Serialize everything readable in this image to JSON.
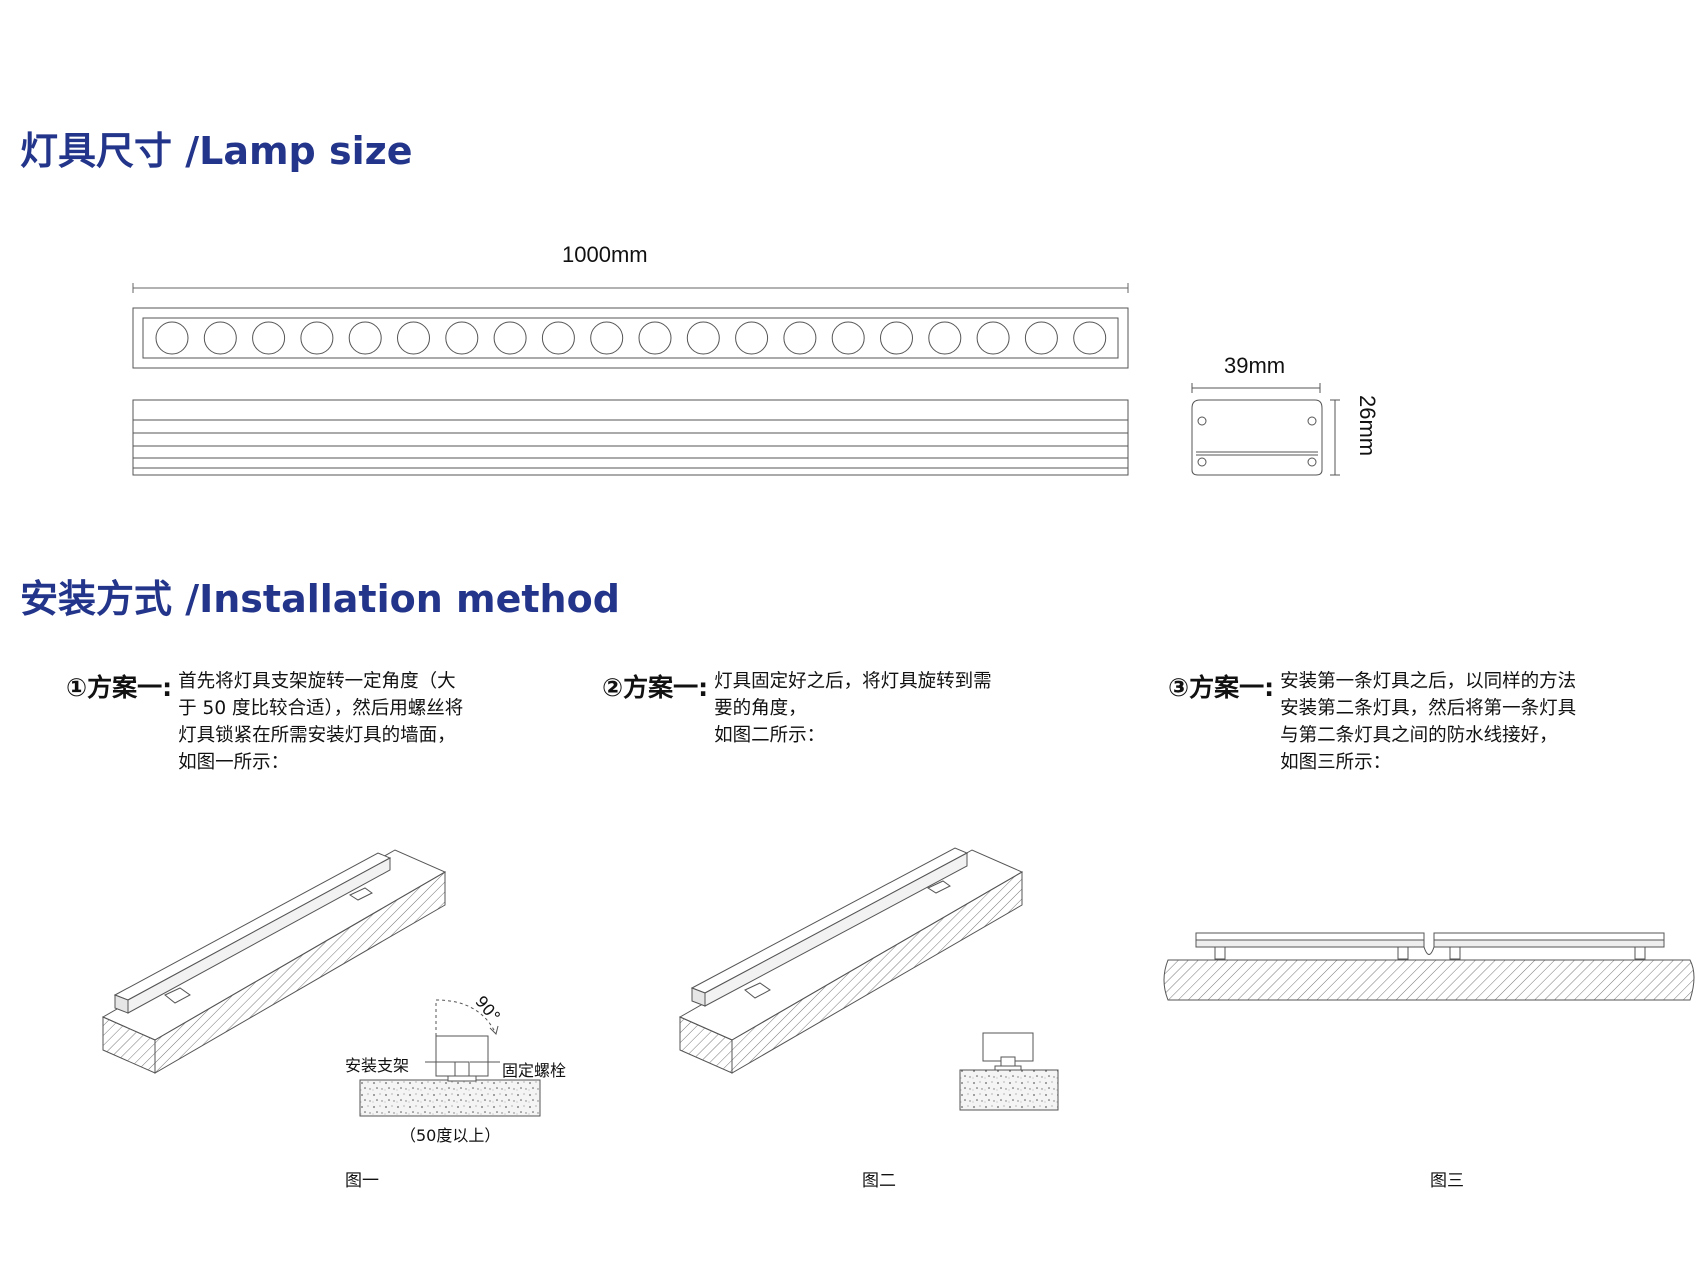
{
  "sections": {
    "lamp_size_title": "灯具尺寸 /Lamp size",
    "installation_title": "安装方式 /Installation method"
  },
  "dimensions": {
    "length": "1000mm",
    "width": "39mm",
    "height": "26mm"
  },
  "lamp": {
    "lens_count": 20
  },
  "steps": [
    {
      "head": "①方案一:",
      "lines": [
        "首先将灯具支架旋转一定角度（大",
        "于 50 度比较合适），然后用螺丝将",
        "灯具锁紧在所需安装灯具的墙面，",
        "如图一所示："
      ]
    },
    {
      "head": "②方案一:",
      "lines": [
        "灯具固定好之后，将灯具旋转到需",
        "要的角度，",
        "如图二所示："
      ]
    },
    {
      "head": "③方案一:",
      "lines": [
        "安装第一条灯具之后，以同样的方法",
        "安装第二条灯具，然后将第一条灯具",
        "与第二条灯具之间的防水线接好，",
        "如图三所示："
      ]
    }
  ],
  "figure1": {
    "angle": "90°",
    "bracket_label": "安装支架",
    "bolt_label": "固定螺栓",
    "range_label": "（50度以上）",
    "caption": "图一"
  },
  "figure2": {
    "caption": "图二"
  },
  "figure3": {
    "caption": "图三"
  },
  "colors": {
    "title": "#23358a",
    "line": "#555555"
  }
}
